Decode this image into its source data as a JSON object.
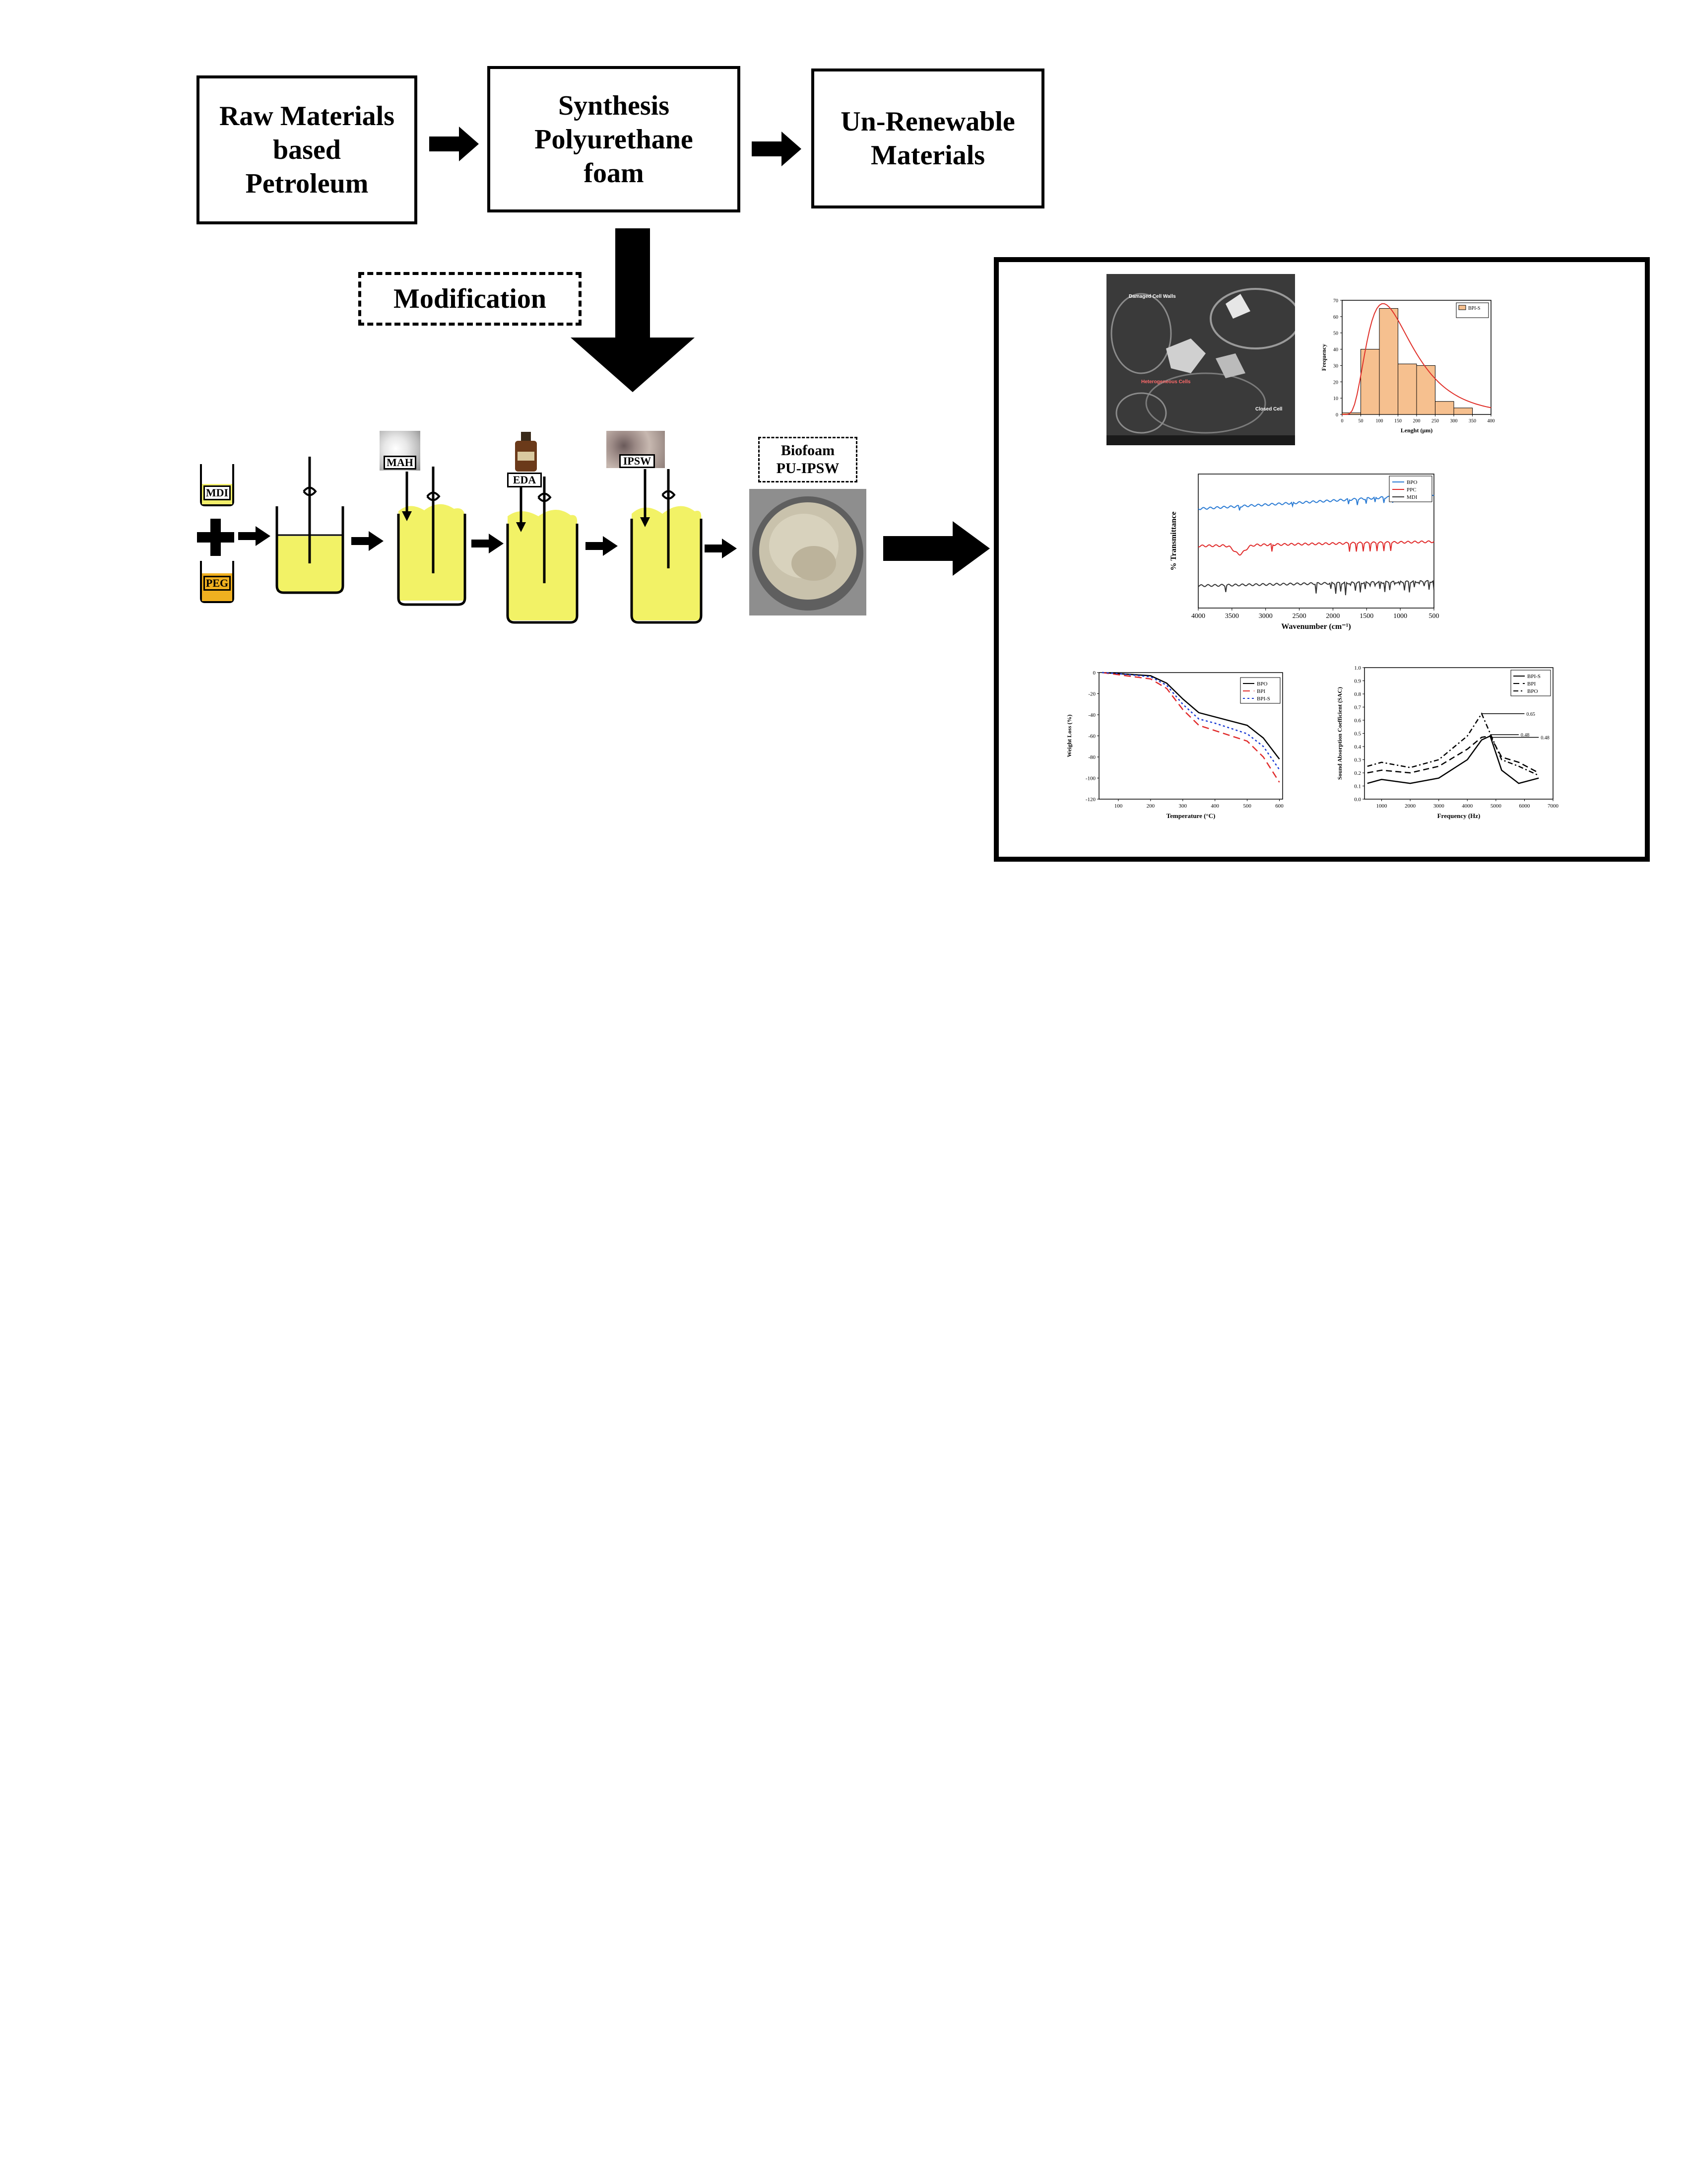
{
  "flow": {
    "box1": [
      "Raw Materials",
      "based",
      "Petroleum"
    ],
    "box2": [
      "Synthesis",
      "Polyurethane",
      "foam"
    ],
    "box3": [
      "Un-Renewable",
      "Materials"
    ],
    "modification": "Modification"
  },
  "process": {
    "mdi_label": "MDI",
    "peg_label": "PEG",
    "mah_label": "MAH",
    "eda_label": "EDA",
    "ipsw_label": "IPSW",
    "biofoam_title": "Biofoam",
    "biofoam_sub": "PU-IPSW"
  },
  "panel": {
    "sem_labels": [
      "Damaged Cell Walls",
      "Heterogeneous Cells",
      "Closed Cell"
    ],
    "hist": {
      "legend": "BPI-S",
      "xlabel": "Lenght (μm)",
      "ylabel": "Frequency",
      "xticks": [
        "0",
        "50",
        "100",
        "150",
        "200",
        "250",
        "300",
        "350",
        "400"
      ],
      "yticks": [
        "0",
        "10",
        "20",
        "30",
        "40",
        "50",
        "60",
        "70"
      ]
    },
    "ftir": {
      "xlabel": "Wavenumber (cm⁻¹)",
      "ylabel": "% Transmittance",
      "xticks": [
        "4000",
        "3500",
        "3000",
        "2500",
        "2000",
        "1500",
        "1000",
        "500"
      ],
      "legend": [
        "BPO",
        "PPC",
        "MDI"
      ],
      "colors": [
        "#2a7bd4",
        "#e02a2a",
        "#333333"
      ]
    },
    "tga": {
      "xlabel": "Temperature (°C)",
      "ylabel": "Weight Loss (%)",
      "xticks": [
        "100",
        "200",
        "300",
        "400",
        "500",
        "600"
      ],
      "yticks": [
        "0",
        "-20",
        "-40",
        "-60",
        "-80",
        "-100",
        "-120"
      ],
      "legend": [
        "BPO",
        "BPI",
        "BPI-S"
      ]
    },
    "sound": {
      "xlabel": "Frequency (Hz)",
      "ylabel": "Sound Absorption Coefficient (SAC)",
      "xticks": [
        "1000",
        "2000",
        "3000",
        "4000",
        "5000",
        "6000",
        "7000"
      ],
      "yticks": [
        "0.0",
        "0.1",
        "0.2",
        "0.3",
        "0.4",
        "0.5",
        "0.6",
        "0.7",
        "0.8",
        "0.9",
        "1.0"
      ],
      "legend": [
        "BPI-S",
        "BPI",
        "BPO"
      ],
      "annotations": [
        "0.65",
        "0.48",
        "0.48"
      ]
    }
  },
  "chart_data": [
    {
      "type": "bar",
      "legend": "BPI-S",
      "xlabel": "Lenght (μm)",
      "ylabel": "Frequency",
      "categories": [
        "0-50",
        "50-100",
        "100-150",
        "150-200",
        "200-250",
        "250-300",
        "300-350"
      ],
      "values": [
        1,
        40,
        65,
        31,
        30,
        8,
        4
      ],
      "ylim": [
        0,
        70
      ]
    },
    {
      "type": "line",
      "xlabel": "Temperature (°C)",
      "ylabel": "Weight Loss (%)",
      "ylim": [
        -120,
        0
      ],
      "series": [
        {
          "name": "BPO",
          "x": [
            50,
            100,
            200,
            250,
            300,
            350,
            400,
            450,
            500,
            550,
            600
          ],
          "values": [
            0,
            -1,
            -3,
            -10,
            -25,
            -38,
            -42,
            -46,
            -50,
            -62,
            -82
          ]
        },
        {
          "name": "BPI",
          "x": [
            50,
            100,
            200,
            250,
            300,
            350,
            400,
            450,
            500,
            550,
            600
          ],
          "values": [
            0,
            -2,
            -6,
            -15,
            -35,
            -50,
            -55,
            -60,
            -65,
            -80,
            -104
          ]
        },
        {
          "name": "BPI-S",
          "x": [
            50,
            100,
            200,
            250,
            300,
            350,
            400,
            450,
            500,
            550,
            600
          ],
          "values": [
            0,
            -1,
            -4,
            -12,
            -30,
            -44,
            -48,
            -53,
            -58,
            -70,
            -92
          ]
        }
      ]
    },
    {
      "type": "line",
      "xlabel": "Frequency (Hz)",
      "ylabel": "Sound Absorption Coefficient (SAC)",
      "ylim": [
        0.0,
        1.0
      ],
      "series": [
        {
          "name": "BPI-S",
          "x": [
            500,
            1000,
            2000,
            3000,
            4000,
            4500,
            4800,
            5200,
            5800,
            6500
          ],
          "values": [
            0.12,
            0.15,
            0.12,
            0.16,
            0.3,
            0.45,
            0.48,
            0.22,
            0.12,
            0.16
          ]
        },
        {
          "name": "BPI",
          "x": [
            500,
            1000,
            2000,
            3000,
            4000,
            4500,
            4800,
            5200,
            5800,
            6500
          ],
          "values": [
            0.2,
            0.22,
            0.2,
            0.25,
            0.38,
            0.47,
            0.48,
            0.32,
            0.28,
            0.2
          ]
        },
        {
          "name": "BPO",
          "x": [
            500,
            1000,
            2000,
            3000,
            4000,
            4500,
            4800,
            5200,
            5800,
            6500
          ],
          "values": [
            0.25,
            0.28,
            0.24,
            0.3,
            0.48,
            0.65,
            0.5,
            0.3,
            0.25,
            0.18
          ]
        }
      ]
    }
  ]
}
